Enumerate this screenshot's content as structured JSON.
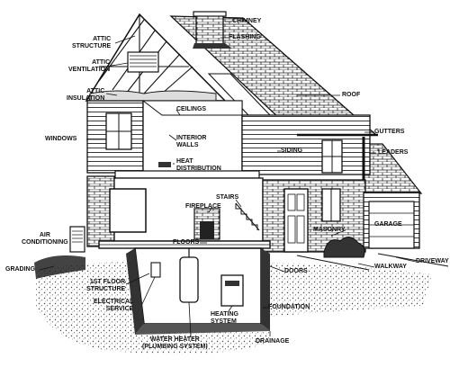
{
  "labels": {
    "chimney": "CHIMNEY",
    "flashing": "FLASHING",
    "attic_structure": "ATTIC\nSTRUCTURE",
    "attic_ventilation": "ATTIC\nVENTILATION",
    "attic_insulation": "ATTIC\nINSULATION",
    "roof": "ROOF",
    "ceilings": "CEILINGS",
    "windows": "WINDOWS",
    "interior_walls": "INTERIOR\nWALLS",
    "heat_distribution": "HEAT\nDISTRIBUTION",
    "siding": "SIDING",
    "gutters": "GUTTERS",
    "leaders": "LEADERS",
    "stairs": "STAIRS",
    "fireplace": "FIREPLACE",
    "garage": "GARAGE",
    "air_conditioning": "AIR\nCONDITIONING",
    "floors": "FLOORS",
    "masonry": "MASONRY",
    "grading": "GRADING",
    "driveway": "DRIVEWAY",
    "doors": "DOORS",
    "walkway": "WALKWAY",
    "first_floor_structure": "1ST FLOOR\nSTRUCTURE",
    "electrical_service": "ELECTRICAL\nSERVICE",
    "heating_system": "HEATING\nSYSTEM",
    "foundation": "FOUNDATION",
    "water_heater": "WATER HEATER\n(PLUMBING SYSTEM)",
    "drainage": "DRAINAGE"
  }
}
